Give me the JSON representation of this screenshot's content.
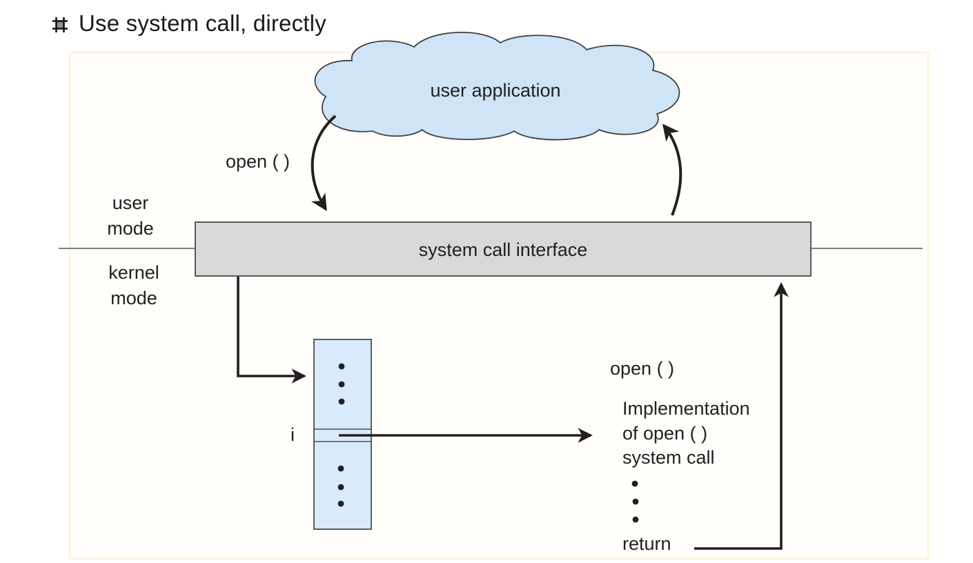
{
  "slide": {
    "title": "Use system call, directly"
  },
  "diagram": {
    "cloud_label": "user application",
    "caller_label": "open ( )",
    "mode_left": {
      "user": [
        "user",
        "mode"
      ],
      "kernel": [
        "kernel",
        "mode"
      ]
    },
    "interface_label": "system call interface",
    "index_label": "i",
    "impl_label": "open ( )",
    "impl_lines": [
      "Implementation",
      "of open ( )",
      "system call"
    ],
    "return_label": "return",
    "colors": {
      "cloud_fill": "#cfe4f6",
      "interface_fill": "#d9d9d9",
      "table_fill": "#d8eafb",
      "ink": "#231f20"
    }
  }
}
